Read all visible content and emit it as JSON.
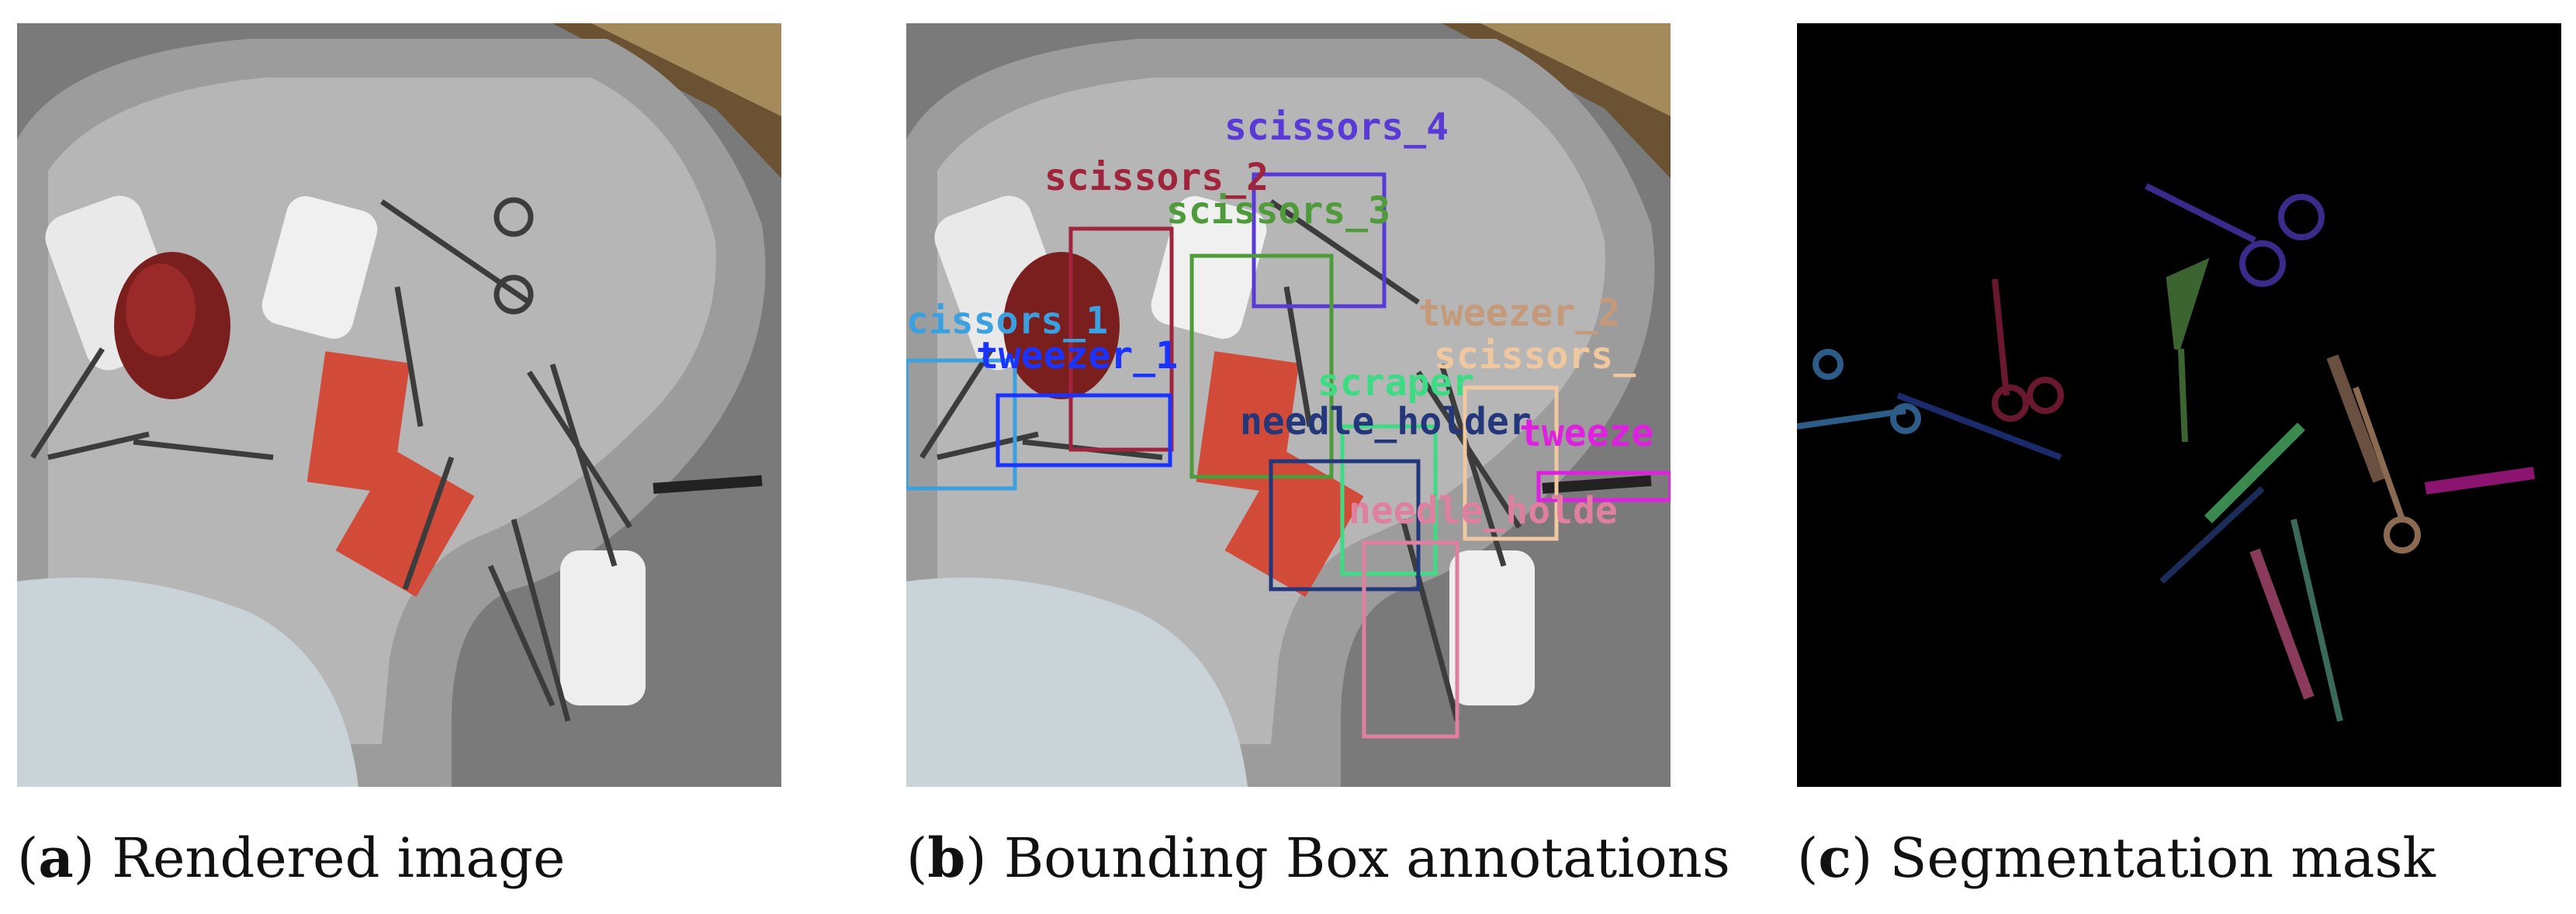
{
  "captions": {
    "a": {
      "open": "(",
      "letter": "a",
      "close": ")",
      "text": " Rendered image"
    },
    "b": {
      "open": "(",
      "letter": "b",
      "close": ")",
      "text": " Bounding Box annotations"
    },
    "c": {
      "open": "(",
      "letter": "c",
      "close": ")",
      "text": " Segmentation mask"
    }
  },
  "annotations": [
    {
      "label": "scissors_4",
      "color": "#5a3ad6"
    },
    {
      "label": "scissors_2",
      "color": "#a0243c"
    },
    {
      "label": "scissors_3",
      "color": "#4f9a3a"
    },
    {
      "label": "cissors_1",
      "color": "#3ba0e0"
    },
    {
      "label": "tweezer_1",
      "color": "#1a33ff"
    },
    {
      "label": "tweezer_2",
      "color": "#c49a7a"
    },
    {
      "label": "scissors_",
      "color": "#f0c8a0"
    },
    {
      "label": "scraper",
      "color": "#3ddc84"
    },
    {
      "label": "needle_holder",
      "color": "#23377a"
    },
    {
      "label": "tweeze",
      "color": "#e020e0"
    },
    {
      "label": "needle_holde",
      "color": "#e080a0"
    }
  ],
  "colors": {
    "tray": "#8f8f8f",
    "tray_light": "#b8b8b8",
    "mask_bg": "#000000",
    "sponge": "#d24a38"
  }
}
